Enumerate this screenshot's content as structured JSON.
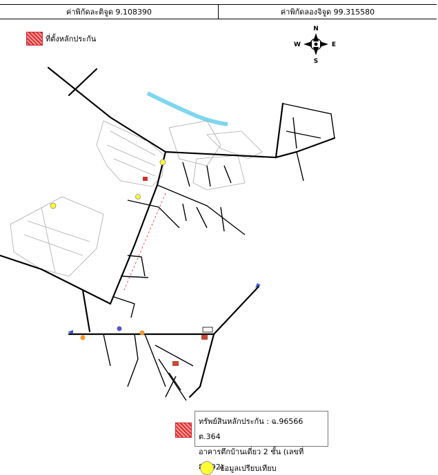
{
  "header": {
    "lat_label": "ค่าพิกัดละติจูด 9.108390",
    "lon_label": "ค่าพิกัดลองจิจูด 99.315580"
  },
  "legend": {
    "collateral_location": "ที่ตั้งหลักประกัน",
    "landmark": "ข้อมูลเปรียบเทียบ"
  },
  "compass": {
    "n": "N",
    "s": "S",
    "e": "E",
    "w": "W"
  },
  "info": {
    "line1": "ทรัพย์สินหลักประกัน : ฉ.96566 ต.364",
    "line2": "อาคารตึกบ้านเดี่ยว 2 ชั้น (เลขที่ 80/92)"
  },
  "colors": {
    "river": "#7fd6ee",
    "road": "#000000",
    "marker_yellow": "#ffff33",
    "collateral": "#d42f2f"
  }
}
